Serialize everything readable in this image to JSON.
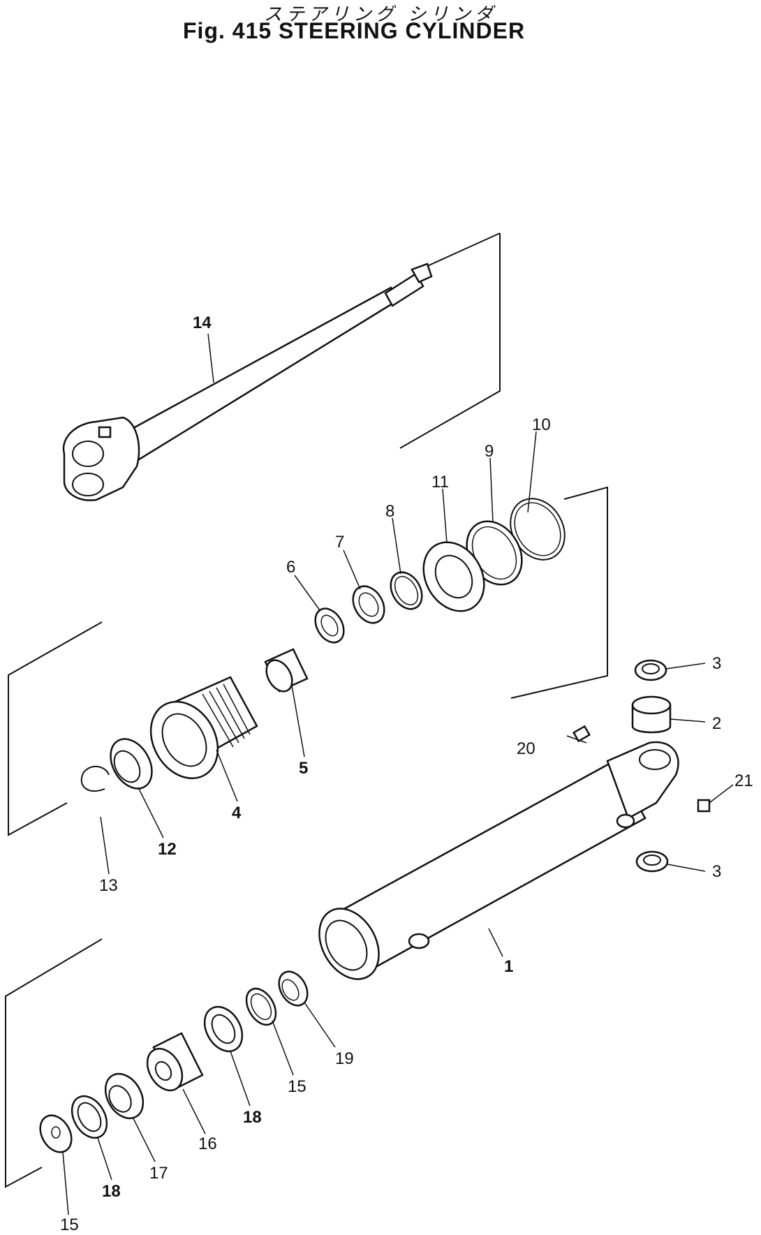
{
  "title_jp": "ステアリング シリンダ",
  "title_en": "Fig. 415   STEERING CYLINDER",
  "callouts": [
    "14",
    "10",
    "9",
    "11",
    "8",
    "7",
    "6",
    "5",
    "4",
    "12",
    "13",
    "3",
    "2",
    "20",
    "21",
    "3",
    "1",
    "19",
    "15",
    "18",
    "16",
    "17",
    "18",
    "15"
  ]
}
